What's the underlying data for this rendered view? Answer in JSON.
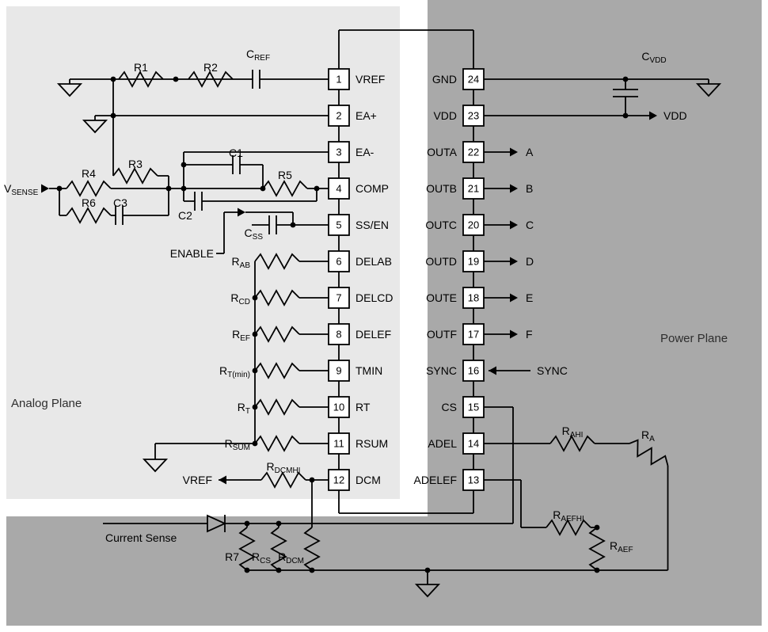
{
  "planes": {
    "analog_label": "Analog Plane",
    "power_label": "Power Plane"
  },
  "colors": {
    "analog_plane_bg": "#e8e8e8",
    "power_plane_bg": "#a9a9a9",
    "bottom_plane_bg": "#a9a9a9",
    "line": "#000000",
    "pin_box_fill": "#ffffff"
  },
  "ic": {
    "left_pins": [
      {
        "number": "1",
        "name": "VREF"
      },
      {
        "number": "2",
        "name": "EA+"
      },
      {
        "number": "3",
        "name": "EA-"
      },
      {
        "number": "4",
        "name": "COMP"
      },
      {
        "number": "5",
        "name": "SS/EN"
      },
      {
        "number": "6",
        "name": "DELAB"
      },
      {
        "number": "7",
        "name": "DELCD"
      },
      {
        "number": "8",
        "name": "DELEF"
      },
      {
        "number": "9",
        "name": "TMIN"
      },
      {
        "number": "10",
        "name": "RT"
      },
      {
        "number": "11",
        "name": "RSUM"
      },
      {
        "number": "12",
        "name": "DCM"
      }
    ],
    "right_pins": [
      {
        "number": "24",
        "name": "GND"
      },
      {
        "number": "23",
        "name": "VDD"
      },
      {
        "number": "22",
        "name": "OUTA"
      },
      {
        "number": "21",
        "name": "OUTB"
      },
      {
        "number": "20",
        "name": "OUTC"
      },
      {
        "number": "19",
        "name": "OUTD"
      },
      {
        "number": "18",
        "name": "OUTE"
      },
      {
        "number": "17",
        "name": "OUTF"
      },
      {
        "number": "16",
        "name": "SYNC"
      },
      {
        "number": "15",
        "name": "CS"
      },
      {
        "number": "14",
        "name": "ADEL"
      },
      {
        "number": "13",
        "name": "ADELEF"
      }
    ]
  },
  "labels": {
    "r1": "R1",
    "r2": "R2",
    "r3": "R3",
    "r4": "R4",
    "r5": "R5",
    "r6": "R6",
    "r7": "R7",
    "c1": "C1",
    "c2": "C2",
    "c3": "C3",
    "c_ref": {
      "base": "C",
      "sub": "REF"
    },
    "c_ss": {
      "base": "C",
      "sub": "SS"
    },
    "c_vdd": {
      "base": "C",
      "sub": "VDD"
    },
    "v_sense": {
      "base": "V",
      "sub": "SENSE"
    },
    "r_ab": {
      "base": "R",
      "sub": "AB"
    },
    "r_cd": {
      "base": "R",
      "sub": "CD"
    },
    "r_ef": {
      "base": "R",
      "sub": "EF"
    },
    "r_tmin": {
      "base": "R",
      "sub": "T(min)"
    },
    "r_t": {
      "base": "R",
      "sub": "T"
    },
    "r_sum": {
      "base": "R",
      "sub": "SUM"
    },
    "r_dcmhi": {
      "base": "R",
      "sub": "DCMHI"
    },
    "r_cs": {
      "base": "R",
      "sub": "CS"
    },
    "r_dcm": {
      "base": "R",
      "sub": "DCM"
    },
    "r_ahi": {
      "base": "R",
      "sub": "AHI"
    },
    "r_a": {
      "base": "R",
      "sub": "A"
    },
    "r_aefhi": {
      "base": "R",
      "sub": "AEFHI"
    },
    "r_aef": {
      "base": "R",
      "sub": "AEF"
    }
  },
  "signals": {
    "enable": "ENABLE",
    "vref_tap": "VREF",
    "vdd": "VDD",
    "sync": "SYNC",
    "current_sense": "Current Sense",
    "outputs": [
      "A",
      "B",
      "C",
      "D",
      "E",
      "F"
    ]
  }
}
